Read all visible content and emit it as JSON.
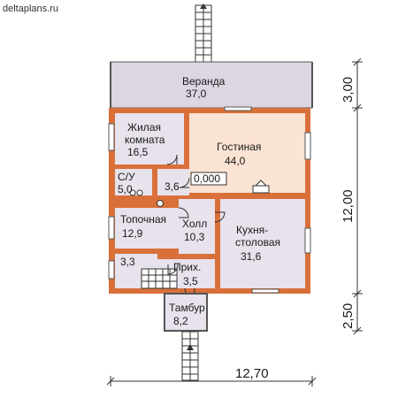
{
  "site_url": "deltaplans.ru",
  "elevation_mark": "0,000",
  "colors": {
    "wall": "#d9703a",
    "room_grey": "#e7e2ec",
    "room_living": "#fbe3d3",
    "veranda": "#dcd6e2",
    "line": "#333333"
  },
  "rooms": {
    "veranda": {
      "name": "Веранда",
      "area": "37,0"
    },
    "bedroom": {
      "name_line1": "Жилая",
      "name_line2": "комната",
      "area": "16,5"
    },
    "living": {
      "name": "Гостиная",
      "area": "44,0"
    },
    "wc": {
      "name": "С/У",
      "area": "5,0"
    },
    "corridor": {
      "area": "3,6"
    },
    "boiler": {
      "name": "Топочная",
      "area": "12,9"
    },
    "hall": {
      "name": "Холл",
      "area": "10,3"
    },
    "kitchen": {
      "name_line1": "Кухня-",
      "name_line2": "столовая",
      "area": "31,6"
    },
    "storage": {
      "area": "3,3"
    },
    "entry": {
      "name": "Прих.",
      "area": "3,5"
    },
    "vestibule": {
      "name": "Тамбур",
      "area": "8,2"
    }
  },
  "dimensions": {
    "width": "12,70",
    "top": "3,00",
    "middle": "12,00",
    "bottom": "2,50"
  }
}
